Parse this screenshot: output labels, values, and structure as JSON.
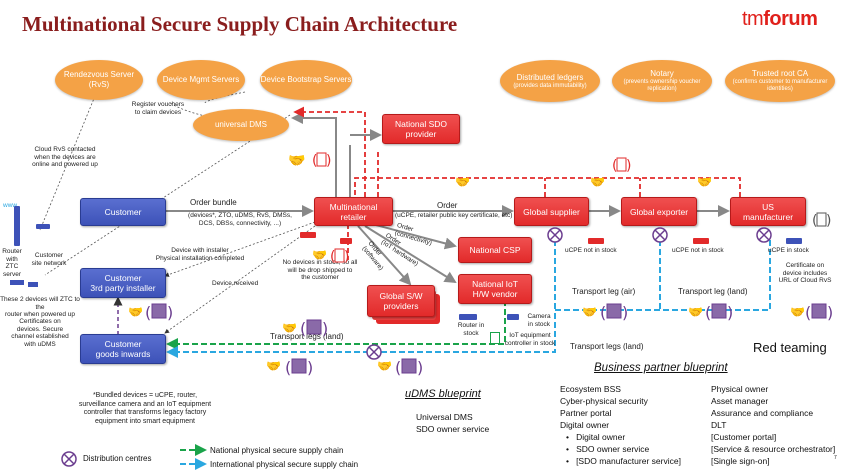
{
  "title": "Multinational Secure Supply Chain Architecture",
  "logo": {
    "tm": "tm",
    "forum": "forum"
  },
  "clouds": {
    "rendezvous": "Rendezvous Server (RvS)",
    "device_mgmt": "Device Mgmt Servers",
    "device_bootstrap": "Device Bootstrap Servers",
    "universal_dms": "universal DMS",
    "distributed_ledgers": "Distributed ledgers",
    "distributed_ledgers_sub": "(provides data immutability)",
    "notary": "Notary",
    "notary_sub": "(prevents ownership voucher replication)",
    "trusted_ca": "Trusted root CA",
    "trusted_ca_sub": "(confirms customer to manufacturer identities)"
  },
  "boxes": {
    "customer": "Customer",
    "customer_3rd": "Customer\n3rd party installer",
    "customer_goods": "Customer\ngoods inwards",
    "multinational_retailer": "Multinational\nretailer",
    "national_sdo": "National SDO\nprovider",
    "national_csp": "National CSP",
    "national_iot": "National IoT\nH/W vendor",
    "global_sw": "Global S/W\nproviders",
    "global_supplier": "Global supplier",
    "global_exporter": "Global exporter",
    "us_manufacturer": "US\nmanufacturer"
  },
  "labels": {
    "register_vouchers": "Register vouchers\nto claim devices",
    "cloud_rvs": "Cloud RvS contacted\nwhen the devices are\nonline and powered up",
    "www": "www",
    "router_ztc": "Router\nwith\nZTC\nserver",
    "customer_site": "Customer\nsite network",
    "these_2": "These 2 devices will ZTC to the\nrouter when powered up",
    "certificates_devices": "Certificates on\ndevices. Secure\nchannel established\nwith uDMS",
    "order_bundle": "Order bundle",
    "order_bundle_sub": "(devices*, ZTO, uDMS, RvS, DMSs,\nDCS, DBSs, connectivity, ...)",
    "order": "Order",
    "order_sub": "(uCPE, retailer public key certificate, etc)",
    "device_installer": "Device with installer\nPhysical installation completed",
    "device_received": "Device received",
    "no_devices": "No devices in stock, so all\nwill be drop shipped to\nthe customer",
    "order_connectivity": "Order\n(connectivity)",
    "order_iot_hardware": "Order\n(IoT hardware)",
    "order_software": "Order\n(software)",
    "ucpe_not_in_stock_1": "uCPE not in stock",
    "ucpe_not_in_stock_2": "uCPE not in stock",
    "ucpe_in_stock": "uCPE in stock",
    "certificate_device": "Certificate on\ndevice includes\nURL of Cloud RvS",
    "transport_air": "Transport leg (air)",
    "transport_land_1": "Transport leg (land)",
    "transport_land_2": "Transport legs (land)",
    "transport_land_3": "Transport legs (land)",
    "router_in_stock": "Router in\nstock",
    "camera_in_stock": "Camera\nin stock",
    "iot_controller": "IoT equipment\ncontroller in stock",
    "red_teaming": "Red teaming",
    "bundled_devices": "*Bundled devices = uCPE, router,\nsurveillance camera and an IoT equipment\ncontroller that transforms legacy factory\nequipment into smart equipment",
    "page_number": "7"
  },
  "udms_blueprint": {
    "heading": "uDMS blueprint",
    "items": [
      "Universal DMS",
      "SDO owner service"
    ]
  },
  "business_blueprint": {
    "heading": "Business partner blueprint",
    "col1": [
      "Ecosystem BSS",
      "Cyber-physical security",
      "Partner portal",
      "Digital owner"
    ],
    "col1_bullets": [
      "Digital owner",
      "SDO owner service",
      "[SDO manufacturer service]"
    ],
    "col2": [
      "Physical owner",
      "Asset manager",
      "Assurance and compliance",
      "DLT",
      "[Customer portal]",
      "[Service & resource orchestrator]",
      "[Single sign-on]"
    ]
  },
  "legend": {
    "distribution_centres": "Distribution centres",
    "national_chain": "National physical secure supply chain",
    "international_chain": "International physical secure supply chain"
  },
  "colors": {
    "title": "#8a1d1d",
    "cloud": "#f4a246",
    "blue_box": "#3d52b8",
    "red_box": "#e22a2a",
    "national_chain": "#1aa34a",
    "international_chain": "#2aa7e0",
    "purple": "#6b3d8f"
  },
  "icons": [
    "handshake-icon",
    "certificate-icon",
    "router-icon",
    "camera-icon",
    "package-icon",
    "distribution-centre-icon",
    "server-icon"
  ]
}
